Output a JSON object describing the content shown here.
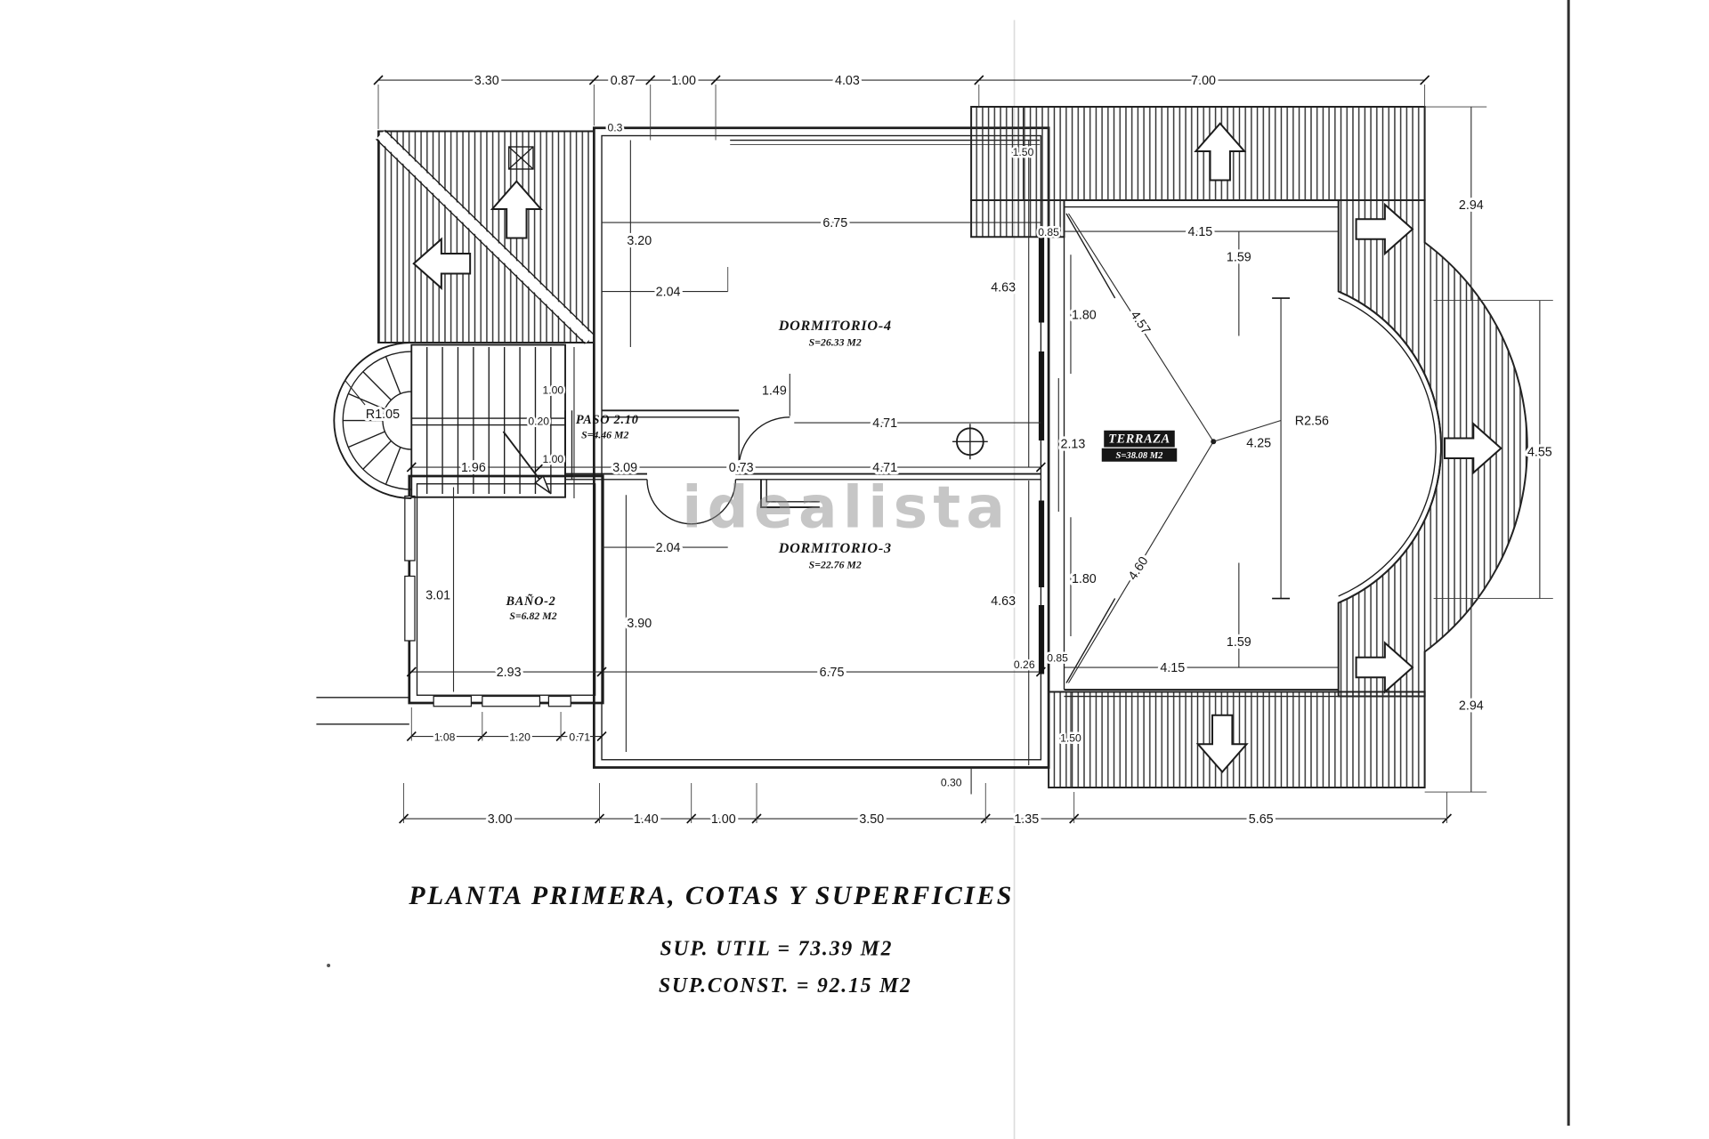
{
  "document": {
    "watermark": "idealista",
    "title": "PLANTA PRIMERA, COTAS Y SUPERFICIES",
    "sup_util": "SUP. UTIL = 73.39 M2",
    "sup_const": "SUP.CONST. = 92.15 M2"
  },
  "colors": {
    "ink": "#1c1c1c",
    "paper": "#ffffff",
    "watermark_gray": "#8f8f8f"
  },
  "rooms": {
    "dormitorio4": {
      "name": "DORMITORIO-4",
      "area": "S=26.33 M2"
    },
    "dormitorio3": {
      "name": "DORMITORIO-3",
      "area": "S=22.76 M2"
    },
    "paso": {
      "name": "PASO 2.10",
      "area": "S=4.46 M2"
    },
    "bano2": {
      "name": "BAÑO-2",
      "area": "S=6.82 M2"
    },
    "terraza": {
      "name": "TERRAZA",
      "area": "S=38.08 M2"
    }
  },
  "dims": {
    "top_chain": [
      "3.30",
      "0.87",
      "1.00",
      "4.03",
      "7.00"
    ],
    "top_wall": "0.3",
    "dorm4_width": "6.75",
    "dorm4_height_left": "3.20",
    "dorm4_closet": "2.04",
    "dorm4_height_right": "4.63",
    "dorm4_door": "1.49",
    "roof_depth_top": "1.50",
    "roof_depth_bottom": "1.50",
    "corridor_upper": "4.71",
    "corridor_lower": "4.71",
    "corridor_stub": "0.73",
    "paso_length": "3.09",
    "stair_width": "1.96",
    "paso_upper": "1.00",
    "paso_wall": "0.20",
    "paso_lower": "1.00",
    "stair_radius": "R1.05",
    "dorm3_closet": "2.04",
    "dorm3_height_left": "3.90",
    "dorm3_height_right": "4.63",
    "bath_height": "3.01",
    "bath_width": "2.93",
    "dorm3_width": "6.75",
    "bath_chain": [
      "1.08",
      "1.20",
      "0.71"
    ],
    "bottom_chain": [
      "3.00",
      "1.40",
      "1.00",
      "3.50",
      "1.35",
      "5.65"
    ],
    "bottom_step": "0.30",
    "terr_wall_top": "0.85",
    "terr_top_width": "4.15",
    "terr_top_offset": "1.59",
    "terr_left_upper": "1.80",
    "terr_left_mid": "2.13",
    "terr_left_lower": "1.80",
    "terr_diag_upper": "4.57",
    "terr_diag_lower": "4.60",
    "terr_radius": "R2.56",
    "terr_depth": "4.25",
    "terr_bottom_offset": "1.59",
    "terr_bottom_width": "4.15",
    "terr_wall_bottom": "0.85",
    "terr_corner": "0.26",
    "right_upper": "2.94",
    "right_mid": "4.55",
    "right_lower": "2.94"
  }
}
